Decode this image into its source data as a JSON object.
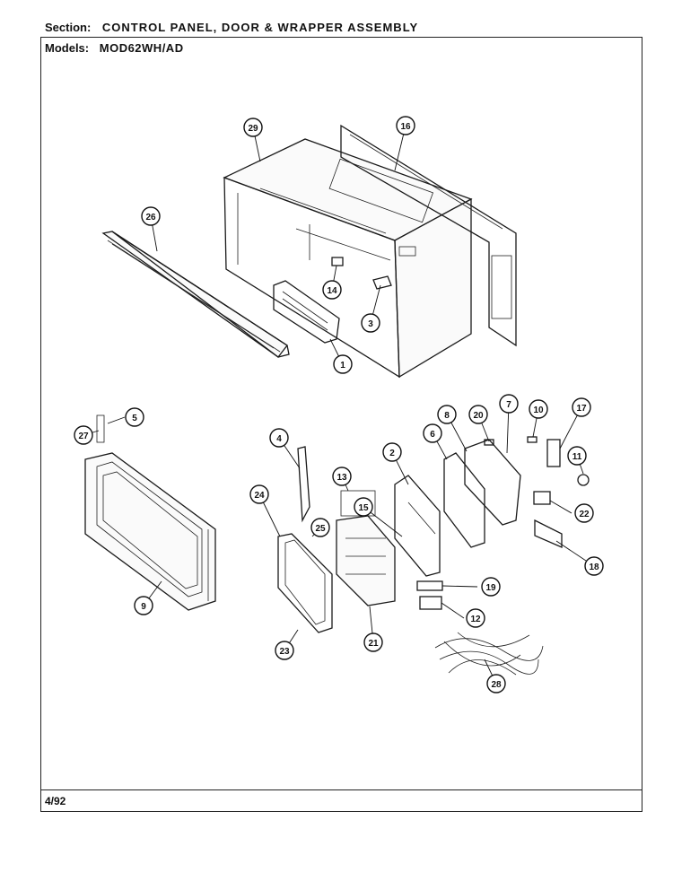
{
  "header": {
    "section_label": "Section:",
    "section_title": "CONTROL PANEL, DOOR & WRAPPER ASSEMBLY",
    "models_label": "Models:",
    "models_value": "MOD62WH/AD"
  },
  "footer": {
    "date": "4/92"
  },
  "callouts": [
    "1",
    "2",
    "3",
    "4",
    "5",
    "6",
    "7",
    "8",
    "9",
    "10",
    "11",
    "12",
    "13",
    "14",
    "15",
    "16",
    "17",
    "18",
    "19",
    "20",
    "21",
    "22",
    "23",
    "24",
    "25",
    "26",
    "27",
    "28",
    "29"
  ]
}
